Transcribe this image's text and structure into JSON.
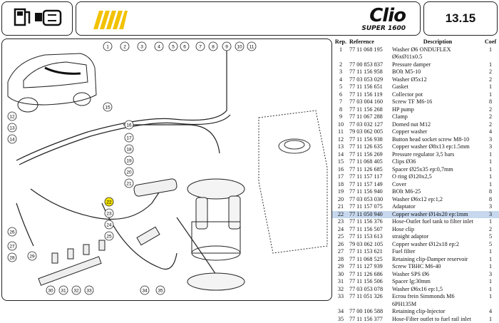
{
  "header": {
    "brand_main": "Clio",
    "brand_sub": "SUPER 1600",
    "page_number": "13.15",
    "icon": "fuel-pump-icon"
  },
  "diagram": {
    "highlight_color": "#f4e300",
    "callouts": [
      "1",
      "2",
      "3",
      "4",
      "5",
      "6",
      "7",
      "8",
      "9",
      "10",
      "11",
      "12",
      "13",
      "14",
      "15",
      "16",
      "17",
      "18",
      "19",
      "20",
      "21",
      "22",
      "23",
      "24",
      "25",
      "26",
      "27",
      "28",
      "29",
      "30",
      "31",
      "32",
      "33",
      "34",
      "35"
    ]
  },
  "table": {
    "headers": {
      "rep": "Rep.",
      "ref": "Reference",
      "desc": "Description",
      "coef": "Coef"
    },
    "selected_index": 22,
    "rows": [
      {
        "rep": "1",
        "ref": "77 11 068 195",
        "desc": "Washer Ø6 ONDUFLEX",
        "coef": "1"
      },
      {
        "rep": "",
        "ref": "",
        "desc": "Ø6xØ11x0.5",
        "coef": "",
        "cont": true
      },
      {
        "rep": "2",
        "ref": "77 00 853 837",
        "desc": "Pressure damper",
        "coef": "1"
      },
      {
        "rep": "3",
        "ref": "77 11 156 958",
        "desc": "BOlt M5-10",
        "coef": "2"
      },
      {
        "rep": "4",
        "ref": "77 03 053 029",
        "desc": "Washer Ø5x12",
        "coef": "2"
      },
      {
        "rep": "5",
        "ref": "77 11 156 651",
        "desc": "Gasket",
        "coef": "1"
      },
      {
        "rep": "6",
        "ref": "77 11 156 119",
        "desc": "Collector pot",
        "coef": "1"
      },
      {
        "rep": "7",
        "ref": "77 03 004 160",
        "desc": "Screw TF M6-16",
        "coef": "8"
      },
      {
        "rep": "8",
        "ref": "77 11 156 268",
        "desc": "HP pump",
        "coef": "2"
      },
      {
        "rep": "9",
        "ref": "77 11 067 288",
        "desc": "Clamp",
        "coef": "2"
      },
      {
        "rep": "10",
        "ref": "77 03 032 127",
        "desc": "Domed nut M12",
        "coef": "2"
      },
      {
        "rep": "11",
        "ref": "79 03 062 005",
        "desc": "Copper washer",
        "coef": "4"
      },
      {
        "rep": "12",
        "ref": "77 11 156 938",
        "desc": "Button head socket screw M8-10",
        "coef": "3"
      },
      {
        "rep": "13",
        "ref": "77 11 126 635",
        "desc": "Copper washer Ø8x13 ep:1.5mm",
        "coef": "3"
      },
      {
        "rep": "14",
        "ref": "77 11 156 269",
        "desc": "Pressure regulator 3,5 bars",
        "coef": "1"
      },
      {
        "rep": "15",
        "ref": "77 11 068 405",
        "desc": "Clips Ø36",
        "coef": "1"
      },
      {
        "rep": "16",
        "ref": "77 11 126 685",
        "desc": "Spacer Ø25x35 ep:0,7mm",
        "coef": "1"
      },
      {
        "rep": "17",
        "ref": "77 11 157 117",
        "desc": "O ring Ø120x2,5",
        "coef": "1"
      },
      {
        "rep": "18",
        "ref": "77 11 157 149",
        "desc": "Cover",
        "coef": "1"
      },
      {
        "rep": "19",
        "ref": "77 11 156 940",
        "desc": "BOlt M6-25",
        "coef": "8"
      },
      {
        "rep": "20",
        "ref": "77 03 053 030",
        "desc": "Washer Ø6x12 ep:1,2",
        "coef": "8"
      },
      {
        "rep": "21",
        "ref": "77 11 157 075",
        "desc": "Adaptator",
        "coef": "3"
      },
      {
        "rep": "22",
        "ref": "77 11 050 940",
        "desc": "Copper washer Ø14x20 ep:1mm",
        "coef": "3"
      },
      {
        "rep": "23",
        "ref": "77 11 156 376",
        "desc": "Hose-Outlet fuel tank to filter inlet",
        "coef": "1"
      },
      {
        "rep": "24",
        "ref": "77 11 156 507",
        "desc": "Hose clip",
        "coef": "2"
      },
      {
        "rep": "25",
        "ref": "77 11 153 613",
        "desc": "straight adaptor",
        "coef": "5"
      },
      {
        "rep": "26",
        "ref": "79 03 062 105",
        "desc": "Copper washer Ø12x18 ep:2",
        "coef": "5"
      },
      {
        "rep": "27",
        "ref": "77 11 153 621",
        "desc": "Fuel filter",
        "coef": "1"
      },
      {
        "rep": "28",
        "ref": "77 11 068 525",
        "desc": "Retaining clip-Damper reservoir",
        "coef": "1"
      },
      {
        "rep": "29",
        "ref": "77 11 127 939",
        "desc": "Screw TBHC M6-40",
        "coef": "1"
      },
      {
        "rep": "30",
        "ref": "77 11 126 686",
        "desc": "Washer SPS Ø6",
        "coef": "3"
      },
      {
        "rep": "31",
        "ref": "77 11 156 506",
        "desc": "Spacer lg:30mm",
        "coef": "1"
      },
      {
        "rep": "32",
        "ref": "77 03 053 078",
        "desc": "Washer Ø6x16 ep:1,5",
        "coef": "1"
      },
      {
        "rep": "33",
        "ref": "77 11 051 326",
        "desc": "Ecrou frein Simmonds M6",
        "coef": "1"
      },
      {
        "rep": "",
        "ref": "",
        "desc": "6PH135M",
        "coef": "",
        "cont": true
      },
      {
        "rep": "34",
        "ref": "77 00 106 588",
        "desc": "Retaining clip-Injector",
        "coef": "4"
      },
      {
        "rep": "35",
        "ref": "77 11 156 377",
        "desc": "Hose-Filter outlet to fuel rail inlet",
        "coef": "1"
      }
    ]
  }
}
